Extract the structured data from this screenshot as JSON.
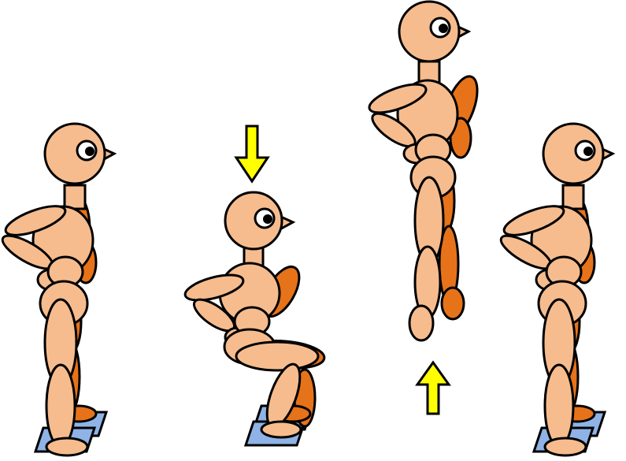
{
  "illustration": {
    "frames": [
      {
        "pose": "standing"
      },
      {
        "pose": "squatting"
      },
      {
        "pose": "jumping"
      },
      {
        "pose": "standing"
      }
    ],
    "colors": {
      "skin": "#F6BC8E",
      "limb_back": "#E6731A",
      "eye_white": "#ffffff",
      "arrow": "#FFFF00",
      "scale_fill": "#8FB3E6",
      "outline": "#000000"
    },
    "arrows": [
      {
        "direction": "down",
        "icon": "down-arrow-icon"
      },
      {
        "direction": "up",
        "icon": "up-arrow-icon"
      }
    ]
  }
}
